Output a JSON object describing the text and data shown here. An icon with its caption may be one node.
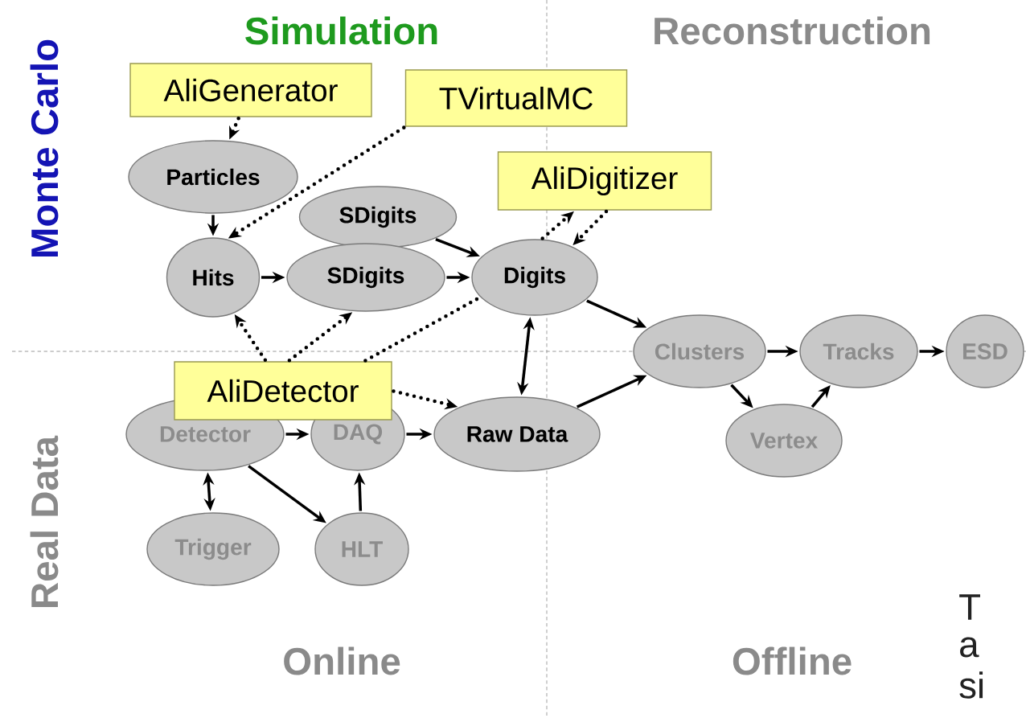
{
  "diagram": {
    "nodes": [
      {
        "text": [
          "AliGenerator"
        ]
      },
      {
        "text": [
          "TVirtualMC"
        ]
      },
      {
        "text": [
          "Particles"
        ]
      },
      {
        "text": [
          "AliDigitizer"
        ]
      },
      {
        "text": [
          "SDigits"
        ]
      },
      {
        "text": [
          "Hits"
        ]
      },
      {
        "text": [
          "SDigits"
        ]
      },
      {
        "text": [
          "Digits"
        ]
      },
      {
        "text": [
          "Clusters"
        ]
      },
      {
        "text": [
          "Tracks"
        ]
      },
      {
        "text": [
          "ESD"
        ]
      },
      {
        "text": [
          "AliDetector"
        ]
      },
      {
        "text": [
          "Detector"
        ]
      },
      {
        "text": [
          "DAQ"
        ]
      },
      {
        "text": [
          "Raw Data"
        ]
      },
      {
        "text": [
          "Vertex"
        ]
      },
      {
        "text": [
          "Trigger"
        ]
      },
      {
        "text": [
          "HLT"
        ]
      }
    ],
    "edges": [
      {
        "from": 0,
        "to": 2,
        "arrow": "to",
        "style": "dashed"
      },
      {
        "from": 1,
        "to": 5,
        "arrow": "to",
        "style": "dashed"
      },
      {
        "from": 2,
        "to": 5,
        "arrow": "to"
      },
      {
        "from": 5,
        "to": 6,
        "arrow": "to"
      },
      {
        "from": 4,
        "to": 7,
        "arrow": "to"
      },
      {
        "from": 6,
        "to": 7,
        "arrow": "to"
      },
      {
        "from": 7,
        "to": 3,
        "arrow": "to",
        "style": "dashed"
      },
      {
        "from": 3,
        "to": 7,
        "arrow": "to",
        "style": "dashed"
      },
      {
        "from": 7,
        "to": 8,
        "arrow": "to"
      },
      {
        "from": 7,
        "to": 14,
        "arrow": "both"
      },
      {
        "from": 14,
        "to": 8,
        "arrow": "to"
      },
      {
        "from": 8,
        "to": 9,
        "arrow": "to"
      },
      {
        "from": 8,
        "to": 15,
        "arrow": "to"
      },
      {
        "from": 15,
        "to": 9,
        "arrow": "to"
      },
      {
        "from": 9,
        "to": 10,
        "arrow": "to"
      },
      {
        "from": 11,
        "to": 5,
        "arrow": "to",
        "style": "dashed"
      },
      {
        "from": 11,
        "to": 6,
        "arrow": "to",
        "style": "dashed"
      },
      {
        "from": 11,
        "to": 7,
        "arrow": "none",
        "style": "dashed"
      },
      {
        "from": 11,
        "to": 14,
        "arrow": "to",
        "style": "dashed"
      },
      {
        "from": 12,
        "to": 13,
        "arrow": "to"
      },
      {
        "from": 13,
        "to": 14,
        "arrow": "to"
      },
      {
        "from": 12,
        "to": 16,
        "arrow": "both"
      },
      {
        "from": 12,
        "to": 17,
        "arrow": "to"
      },
      {
        "from": 17,
        "to": 13,
        "arrow": "to"
      }
    ],
    "labels": [
      "Monte Carlo",
      "Simulation",
      "Reconstruction",
      "Real Data",
      "Online",
      "Offline",
      "T",
      "a",
      "si"
    ]
  }
}
